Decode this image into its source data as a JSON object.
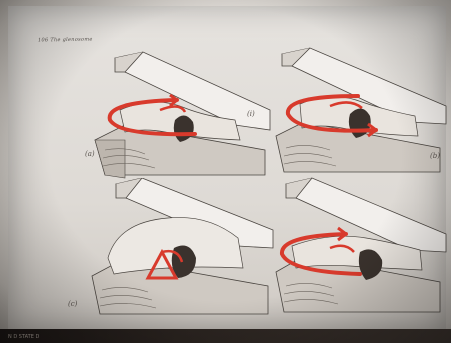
{
  "page": {
    "header": "106  The glenosome"
  },
  "panels": [
    {
      "label": "(a)",
      "label_right": "(i)"
    },
    {
      "label": "",
      "label_right": "(b)"
    },
    {
      "label": "(c)",
      "label_right": ""
    },
    {
      "label": "",
      "label_right": ""
    }
  ],
  "footer": {
    "text": "N D STATE D"
  },
  "colors": {
    "arrow": "#d83a2c",
    "paper": "#e6e3df",
    "ink": "#3e3934"
  }
}
